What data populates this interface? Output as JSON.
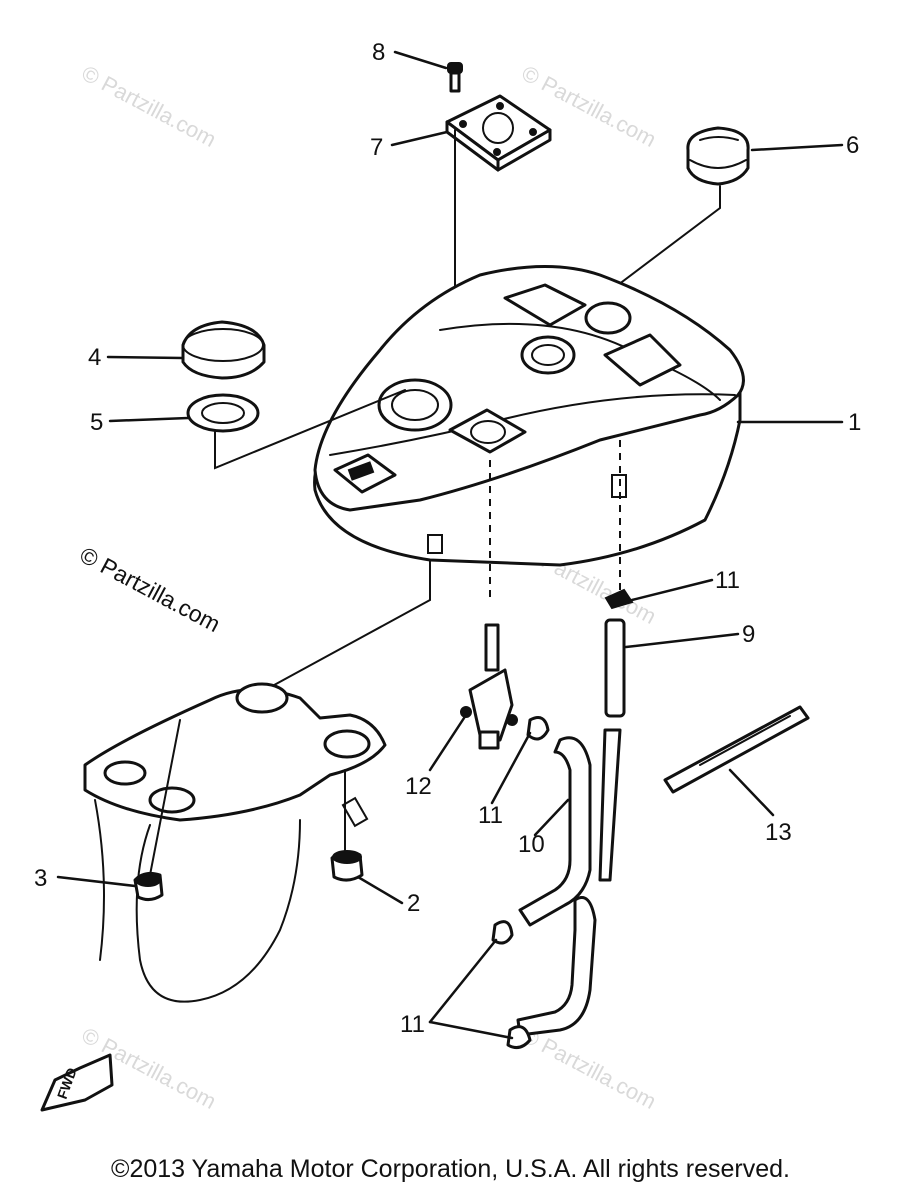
{
  "watermarks": {
    "faint": "© Partzilla.com",
    "strong": "© Partzilla.com"
  },
  "callouts": {
    "c1": "1",
    "c2": "2",
    "c3": "3",
    "c4": "4",
    "c5": "5",
    "c6": "6",
    "c7": "7",
    "c8": "8",
    "c9": "9",
    "c10": "10",
    "c11a": "11",
    "c11b": "11",
    "c11c": "11",
    "c12": "12",
    "c13": "13"
  },
  "fwd_label": "FWD",
  "copyright": "©2013 Yamaha Motor Corporation, U.S.A. All rights reserved."
}
